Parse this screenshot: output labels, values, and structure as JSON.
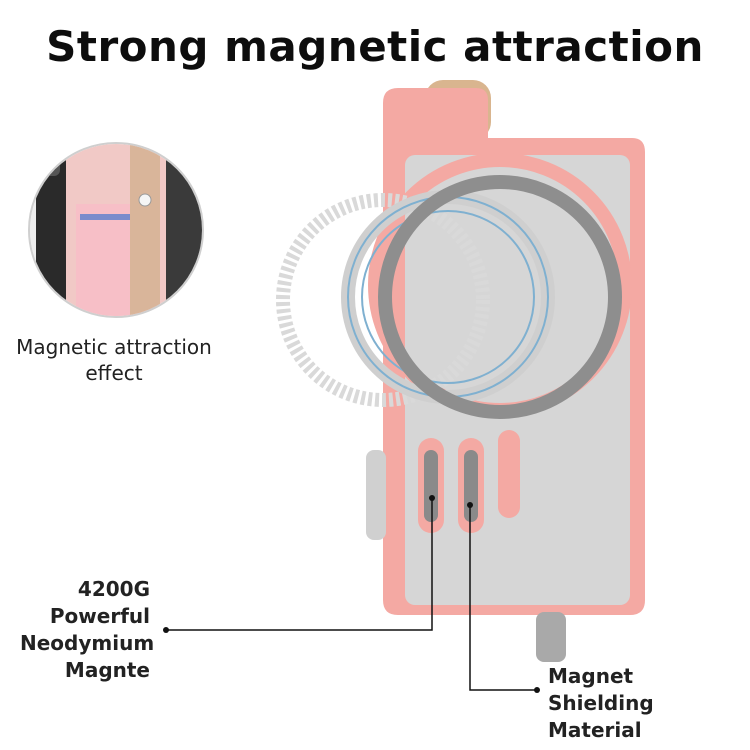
{
  "headline": "Strong magnetic attraction",
  "inset": {
    "caption_line1": "Magnetic attraction",
    "caption_line2": "effect"
  },
  "callouts": {
    "magnet": [
      "4200G",
      "Powerful",
      "Neodymium",
      "Magnte"
    ],
    "shielding": [
      "Magnet",
      "Shielding Material"
    ]
  },
  "colors": {
    "pink": "#f4a9a3",
    "silver": "#d4d4d4",
    "ring_dark": "#8e8e8e",
    "ring_blue": "#7fb0d0"
  }
}
